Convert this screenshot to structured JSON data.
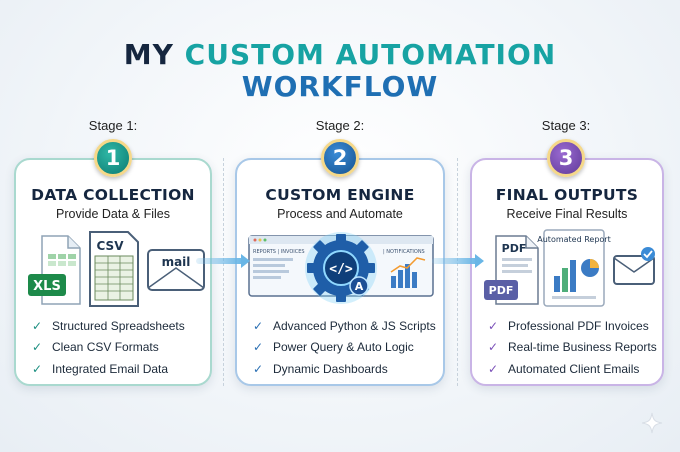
{
  "title": {
    "part1": "MY ",
    "part1_accent": "CUSTOM AUTOMATION",
    "part2": "WORKFLOW"
  },
  "stages": [
    {
      "label": "Stage 1:",
      "number": "1",
      "heading": "DATA COLLECTION",
      "subheading": "Provide Data & Files",
      "icons": {
        "xls": "XLS",
        "csv": "CSV",
        "mail": "mail"
      },
      "features": [
        "Structured Spreadsheets",
        "Clean CSV Formats",
        "Integrated Email Data"
      ],
      "accent": "#17a3a3"
    },
    {
      "label": "Stage 2:",
      "number": "2",
      "heading": "CUSTOM ENGINE",
      "subheading": "Process and Automate",
      "screen_left": "REPORTS | INVOICES",
      "screen_right": "| NOTIFICATIONS",
      "gear_glyph": "</>",
      "gear_badge": "A",
      "features": [
        "Advanced Python & JS Scripts",
        "Power Query & Auto Logic",
        "Dynamic Dashboards"
      ],
      "accent": "#1f6fb3"
    },
    {
      "label": "Stage 3:",
      "number": "3",
      "heading": "FINAL OUTPUTS",
      "subheading": "Receive Final Results",
      "icons": {
        "pdf_top": "PDF",
        "pdf_badge": "PDF",
        "report_title": "Automated Report"
      },
      "features": [
        "Professional PDF Invoices",
        "Real-time Business Reports",
        "Automated Client Emails"
      ],
      "accent": "#7a50b8"
    }
  ],
  "check_glyph": "✓"
}
